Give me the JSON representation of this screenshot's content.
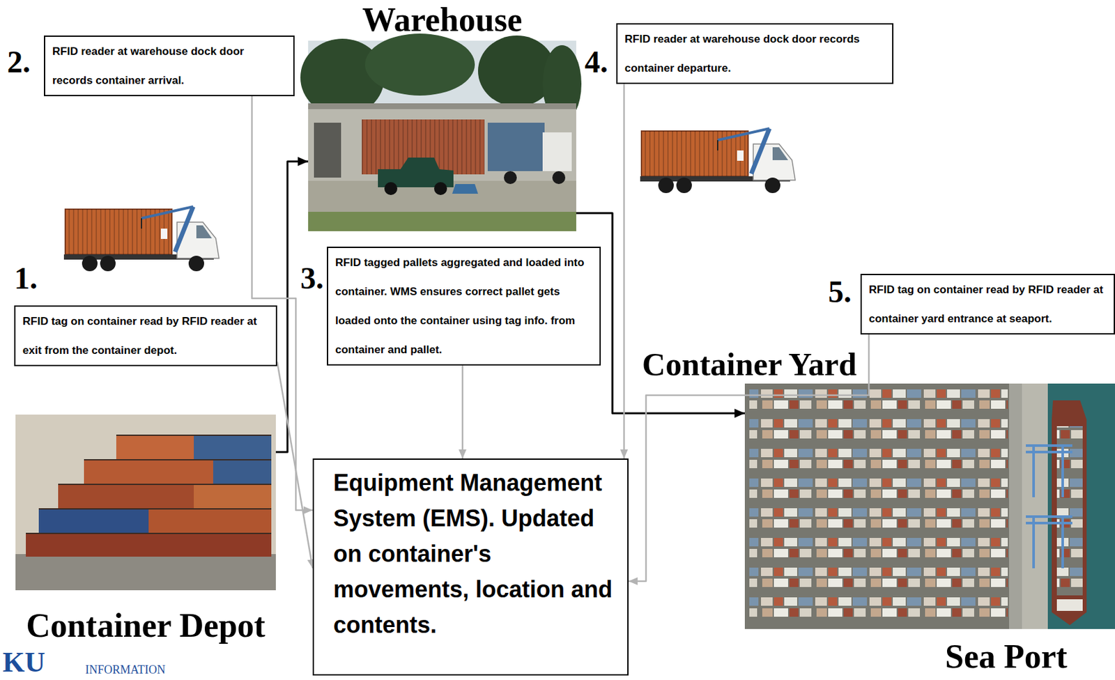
{
  "diagram": {
    "nodes": [
      {
        "text": [
          "Container Depot"
        ]
      },
      {
        "text": [
          "Warehouse"
        ]
      },
      {
        "text": [
          "Container Yard",
          "Sea Port"
        ]
      },
      {
        "text": [
          "RFID tag on container read by RFID reader at exit from the container depot."
        ]
      },
      {
        "text": [
          "RFID reader at warehouse dock door records container arrival."
        ]
      },
      {
        "text": [
          "RFID tagged pallets aggregated and loaded into container. WMS ensures correct pallet gets loaded onto the container using tag info. from container and pallet."
        ]
      },
      {
        "text": [
          "RFID reader at warehouse dock door records container departure."
        ]
      },
      {
        "text": [
          "RFID tag on container read by RFID reader at container yard entrance at seaport."
        ]
      },
      {
        "text": [
          "Equipment Management System (EMS). Updated on container's movements, location and contents."
        ]
      }
    ],
    "edges": [
      {
        "from": 0,
        "to": 1,
        "arrow": "to"
      },
      {
        "from": 1,
        "to": 2,
        "arrow": "to"
      },
      {
        "from": 3,
        "to": 8,
        "arrow": "to"
      },
      {
        "from": 4,
        "to": 8,
        "arrow": "to"
      },
      {
        "from": 5,
        "to": 8,
        "arrow": "to"
      },
      {
        "from": 6,
        "to": 8,
        "arrow": "to"
      },
      {
        "from": 7,
        "to": 8,
        "arrow": "to"
      }
    ],
    "labels": [
      "1.",
      "2.",
      "3.",
      "4.",
      "5.",
      "KU",
      "INFORMATION"
    ]
  }
}
